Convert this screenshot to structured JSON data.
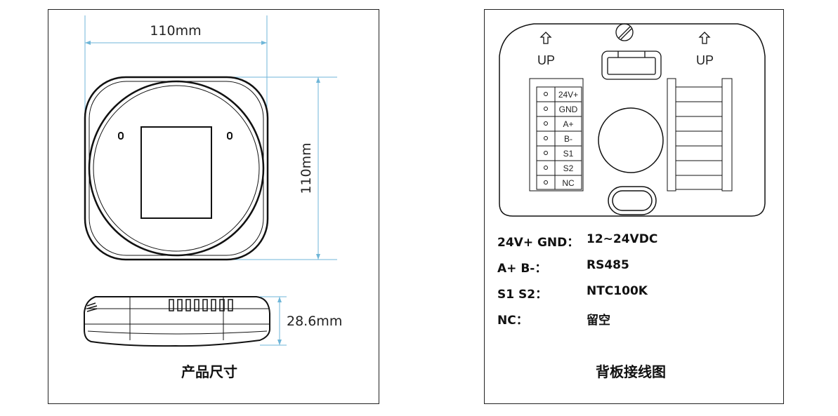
{
  "left": {
    "width_label": "110mm",
    "height_label": "110mm",
    "depth_label": "28.6mm",
    "caption": "产品尺寸"
  },
  "right": {
    "up_label": "UP",
    "terminals": [
      "24V+",
      "GND",
      "A+",
      "B-",
      "S1",
      "S2",
      "NC"
    ],
    "specs": [
      {
        "name": "24V+ GND：",
        "value": "12~24VDC"
      },
      {
        "name": "A+ B-：",
        "value": "RS485"
      },
      {
        "name": "S1 S2：",
        "value": "NTC100K"
      },
      {
        "name": "NC：",
        "value": "留空"
      }
    ],
    "caption": "背板接线图"
  }
}
